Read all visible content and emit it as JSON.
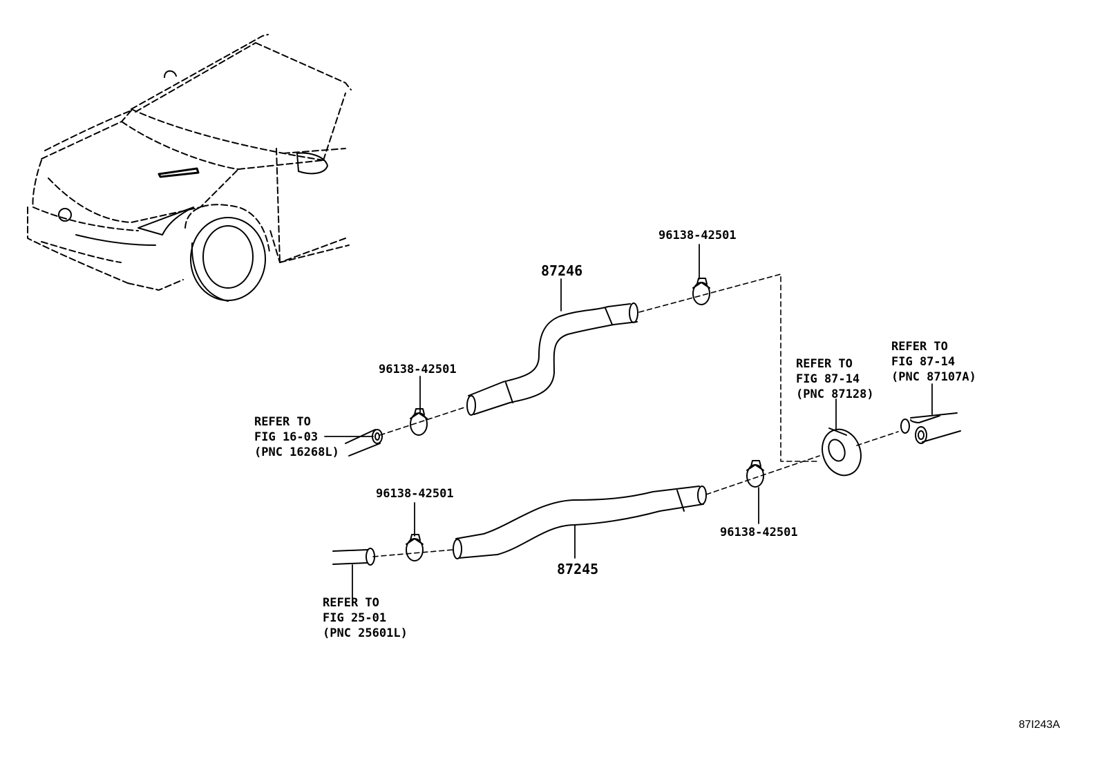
{
  "diagram": {
    "figure_id": "87I243A",
    "parts": {
      "hose_upper": "87246",
      "hose_lower": "87245"
    },
    "clamps": {
      "clamp_left_upper": "96138-42501",
      "clamp_right_upper": "96138-42501",
      "clamp_left_lower": "96138-42501",
      "clamp_right_lower": "96138-42501"
    },
    "references": {
      "ref_16_03": {
        "line1": "REFER TO",
        "line2": "FIG 16-03",
        "line3": "(PNC 16268L)"
      },
      "ref_25_01": {
        "line1": "REFER TO",
        "line2": "FIG 25-01",
        "line3": "(PNC 25601L)"
      },
      "ref_87_14_a": {
        "line1": "REFER TO",
        "line2": "FIG 87-14",
        "line3": "(PNC 87128)"
      },
      "ref_87_14_b": {
        "line1": "REFER TO",
        "line2": "FIG 87-14",
        "line3": "(PNC 87107A)"
      }
    }
  }
}
